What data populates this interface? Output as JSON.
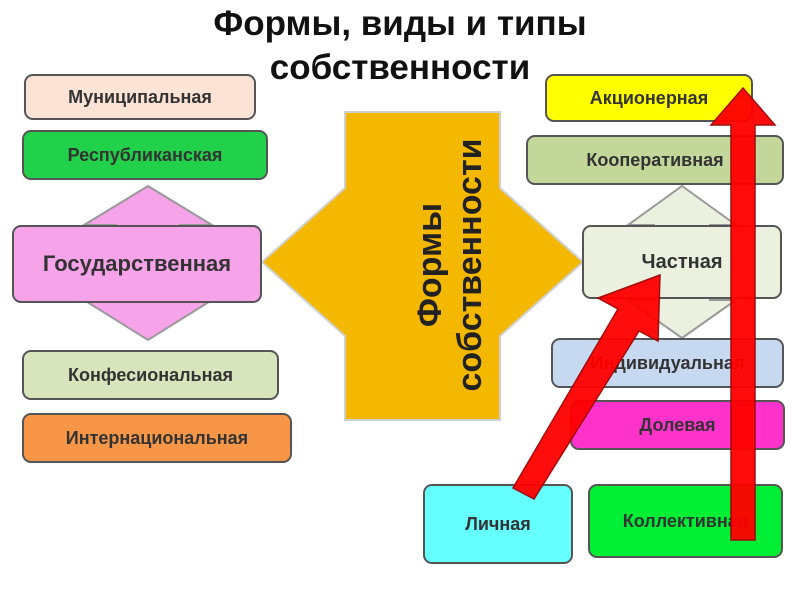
{
  "title": "Формы, виды и типы собственности",
  "center_label": "Формы собственности",
  "left": {
    "main": "Государственная",
    "items": [
      "Муниципальная",
      "Республиканская",
      "Конфесиональная",
      "Интернациональная"
    ]
  },
  "right": {
    "main": "Частная",
    "items": [
      "Акционерная",
      "Кооперативная",
      "Индивидуальная",
      "Долевая",
      "Личная",
      "Коллективная"
    ]
  },
  "colors": {
    "municipal": "#fbe3d6",
    "republic": "#22d14a",
    "state": "#f7a3ea",
    "confess": "#d8e4bc",
    "international": "#f79646",
    "center": "#f5b800",
    "joint_stock": "#ffff00",
    "cooperative": "#c4d79b",
    "private": "#ebf1de",
    "individual": "#c6d9f1",
    "share": "#ff33cc",
    "personal": "#66ffff",
    "collective": "#00ee33",
    "arrow": "#ff0000"
  }
}
